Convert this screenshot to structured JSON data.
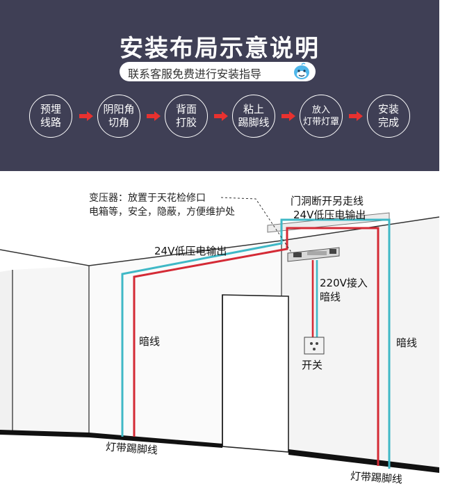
{
  "header": {
    "title": "安装布局示意说明",
    "subtitle": "联系客服免费进行安装指导",
    "steps": [
      {
        "line1": "预埋",
        "line2": "线路"
      },
      {
        "line1": "阴阳角",
        "line2": "切角"
      },
      {
        "line1": "背面",
        "line2": "打胶"
      },
      {
        "line1": "粘上",
        "line2": "踢脚线"
      },
      {
        "line1": "放入",
        "line2": "灯带灯罩"
      },
      {
        "line1": "安装",
        "line2": "完成"
      }
    ],
    "colors": {
      "background": "#3f3f55",
      "arrow": "#e8312f"
    }
  },
  "diagram": {
    "transformer_note_line1": "变压器：放置于天花检修口",
    "transformer_note_line2": "电箱等，安全，隐蔽，方便维护处",
    "door_route_line1": "门洞断开另走线",
    "door_route_line2": "24V低压电输出",
    "left_output": "24V低压电输出",
    "input_line1": "220V接入",
    "input_line2": "暗线",
    "left_hidden_wire": "暗线",
    "right_hidden_wire": "暗线",
    "switch": "开关",
    "left_baseboard": "灯带踢脚线",
    "right_baseboard": "灯带踢脚线",
    "colors": {
      "low_voltage_wire": "#d42a35",
      "high_voltage_wire": "#3fb8c6",
      "baseboard": "#111111"
    }
  }
}
